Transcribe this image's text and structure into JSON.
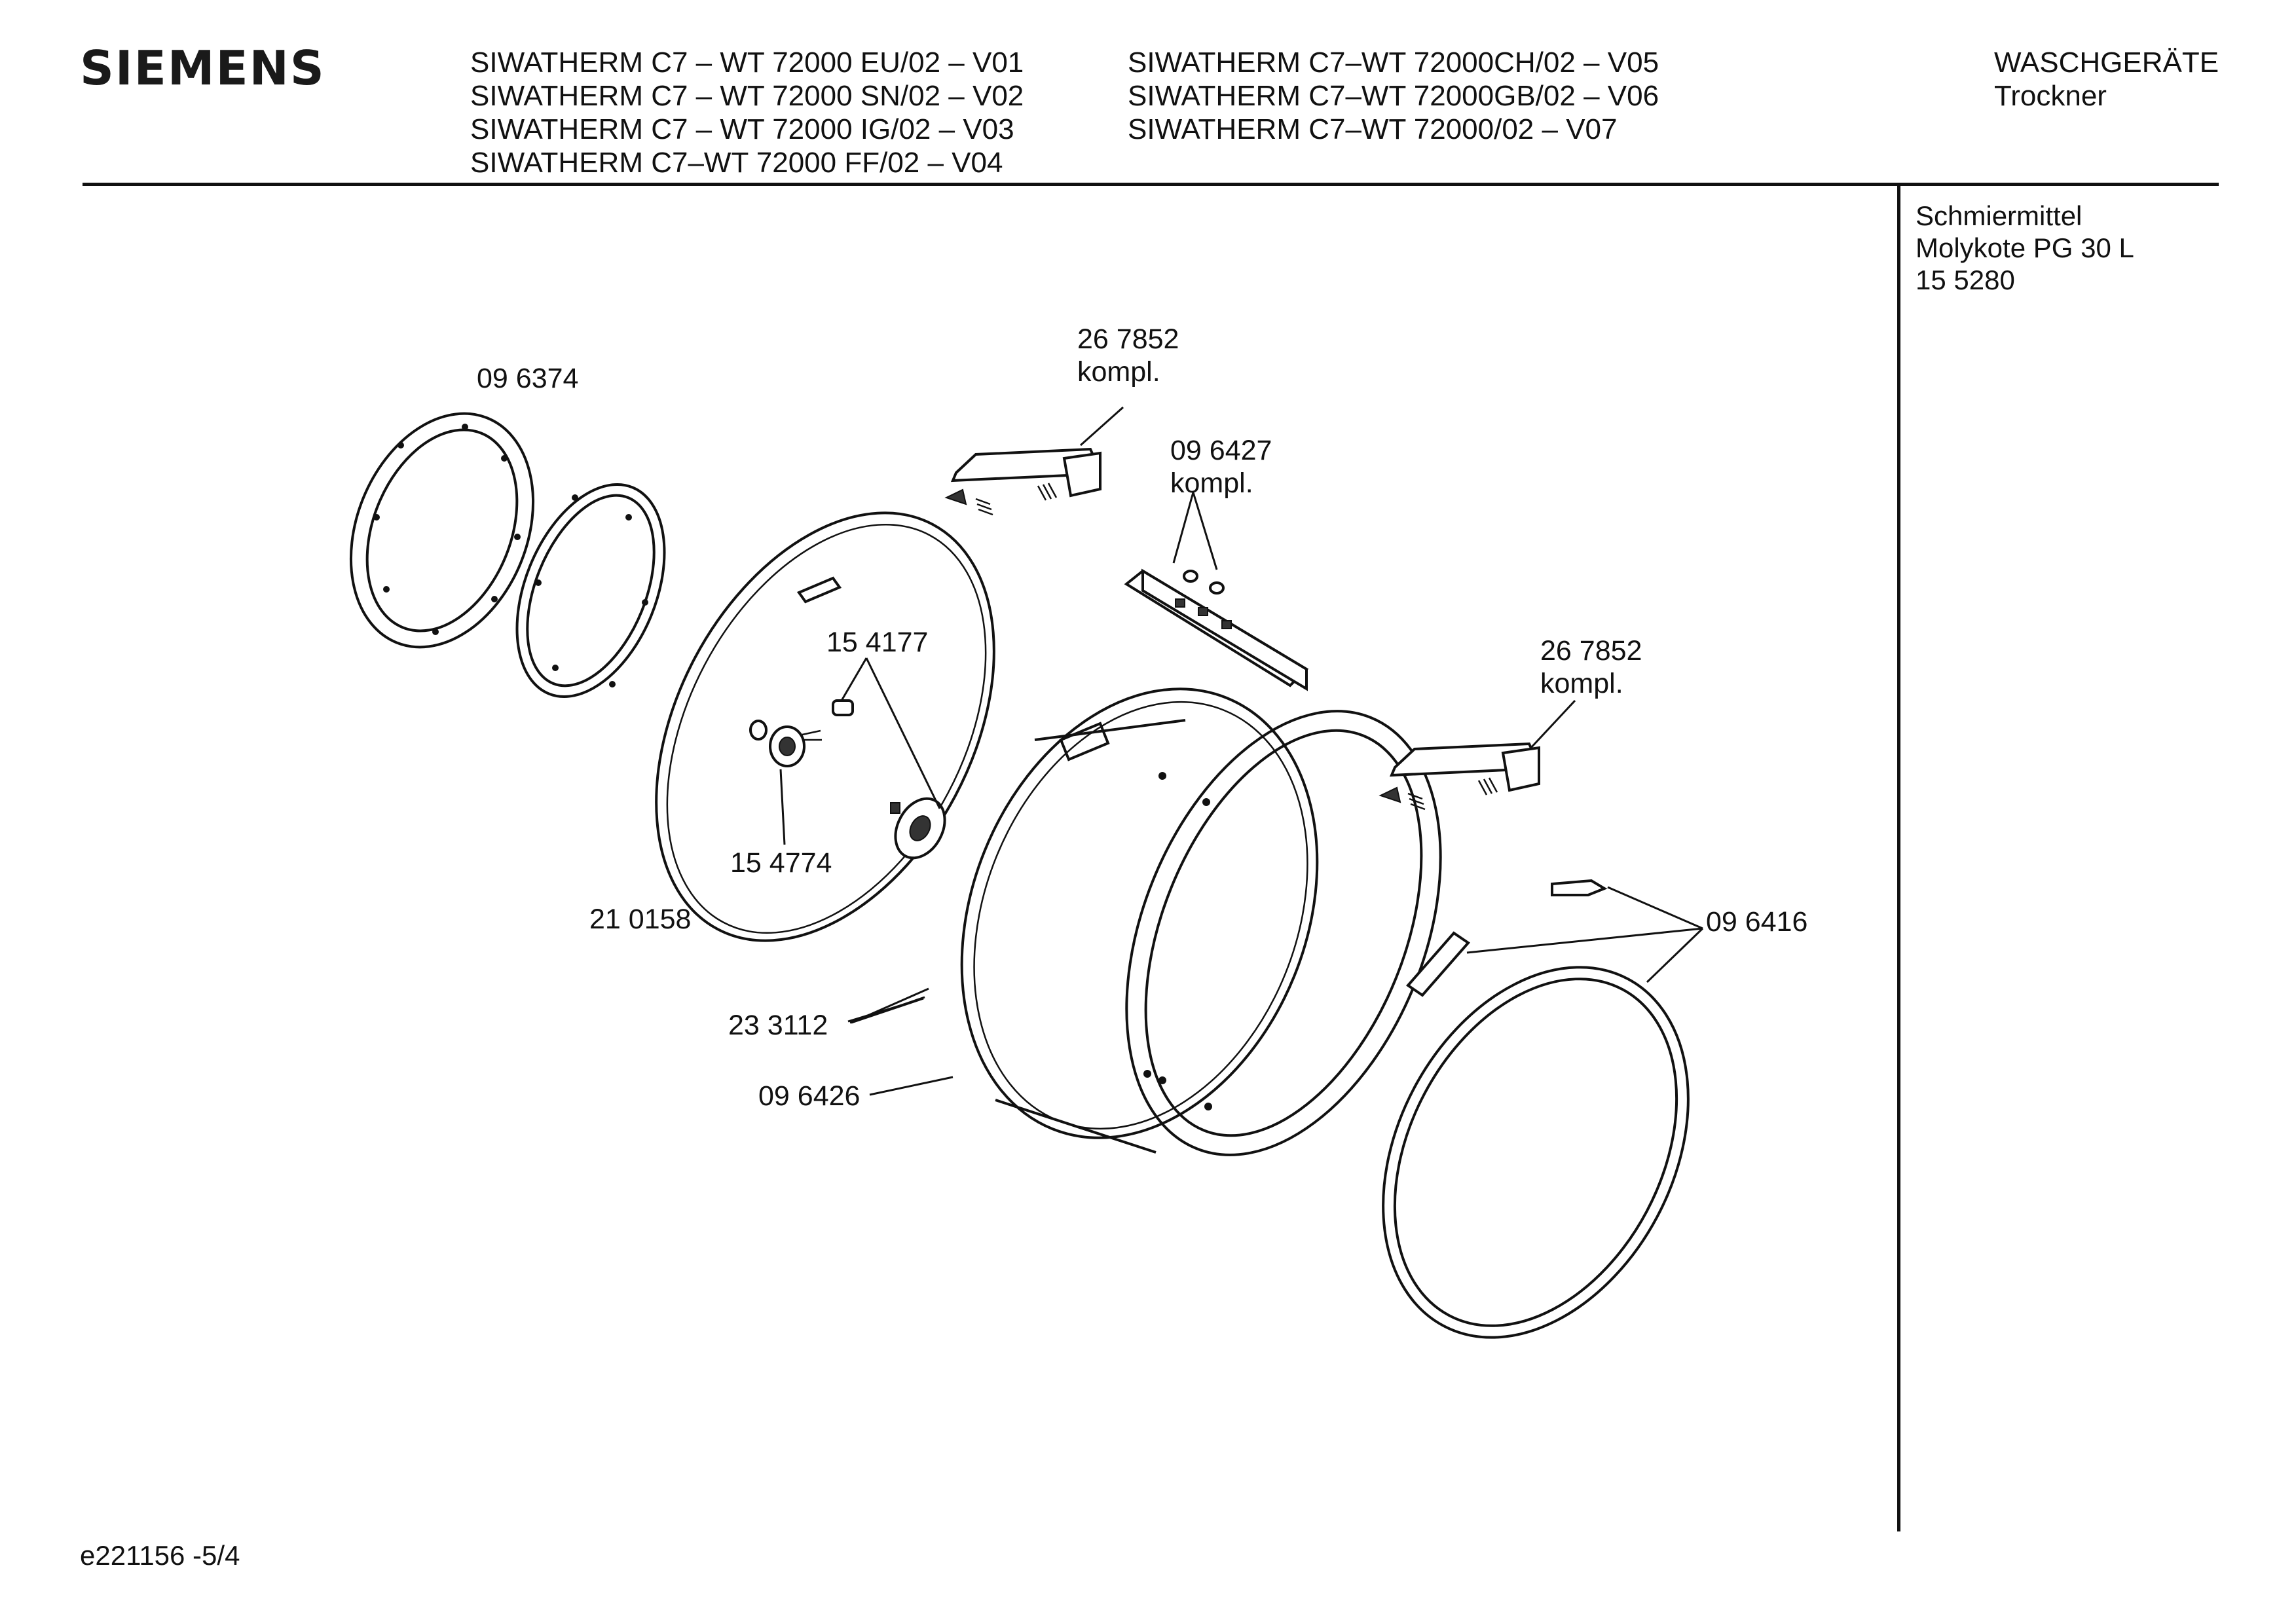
{
  "header": {
    "brand": "SIEMENS",
    "models_left": [
      "SIWATHERM C7 – WT 72000 EU/02 – V01",
      "SIWATHERM C7 – WT 72000 SN/02 – V02",
      "SIWATHERM C7 – WT 72000 IG/02 – V03",
      "SIWATHERM C7–WT 72000 FF/02 – V04"
    ],
    "models_right": [
      "SIWATHERM C7–WT 72000CH/02 – V05",
      "SIWATHERM C7–WT 72000GB/02 – V06",
      "SIWATHERM C7–WT 72000/02 – V07"
    ],
    "category": "WASCHGERÄTE",
    "subcategory": "Trockner"
  },
  "sidebar_note": {
    "line1": "Schmiermittel",
    "line2": "Molykote PG 30 L",
    "line3": "15 5280"
  },
  "labels": {
    "p096374": "09 6374",
    "p267852a_num": "26 7852",
    "p267852a_kompl": "kompl.",
    "p096427_num": "09 6427",
    "p096427_kompl": "kompl.",
    "p154177": "15 4177",
    "p267852b_num": "26 7852",
    "p267852b_kompl": "kompl.",
    "p154774": "15 4774",
    "p210158": "21 0158",
    "p096416": "09 6416",
    "p233112": "23 3112",
    "p096426": "09 6426"
  },
  "footer": {
    "code": "e221156 -5/4"
  }
}
